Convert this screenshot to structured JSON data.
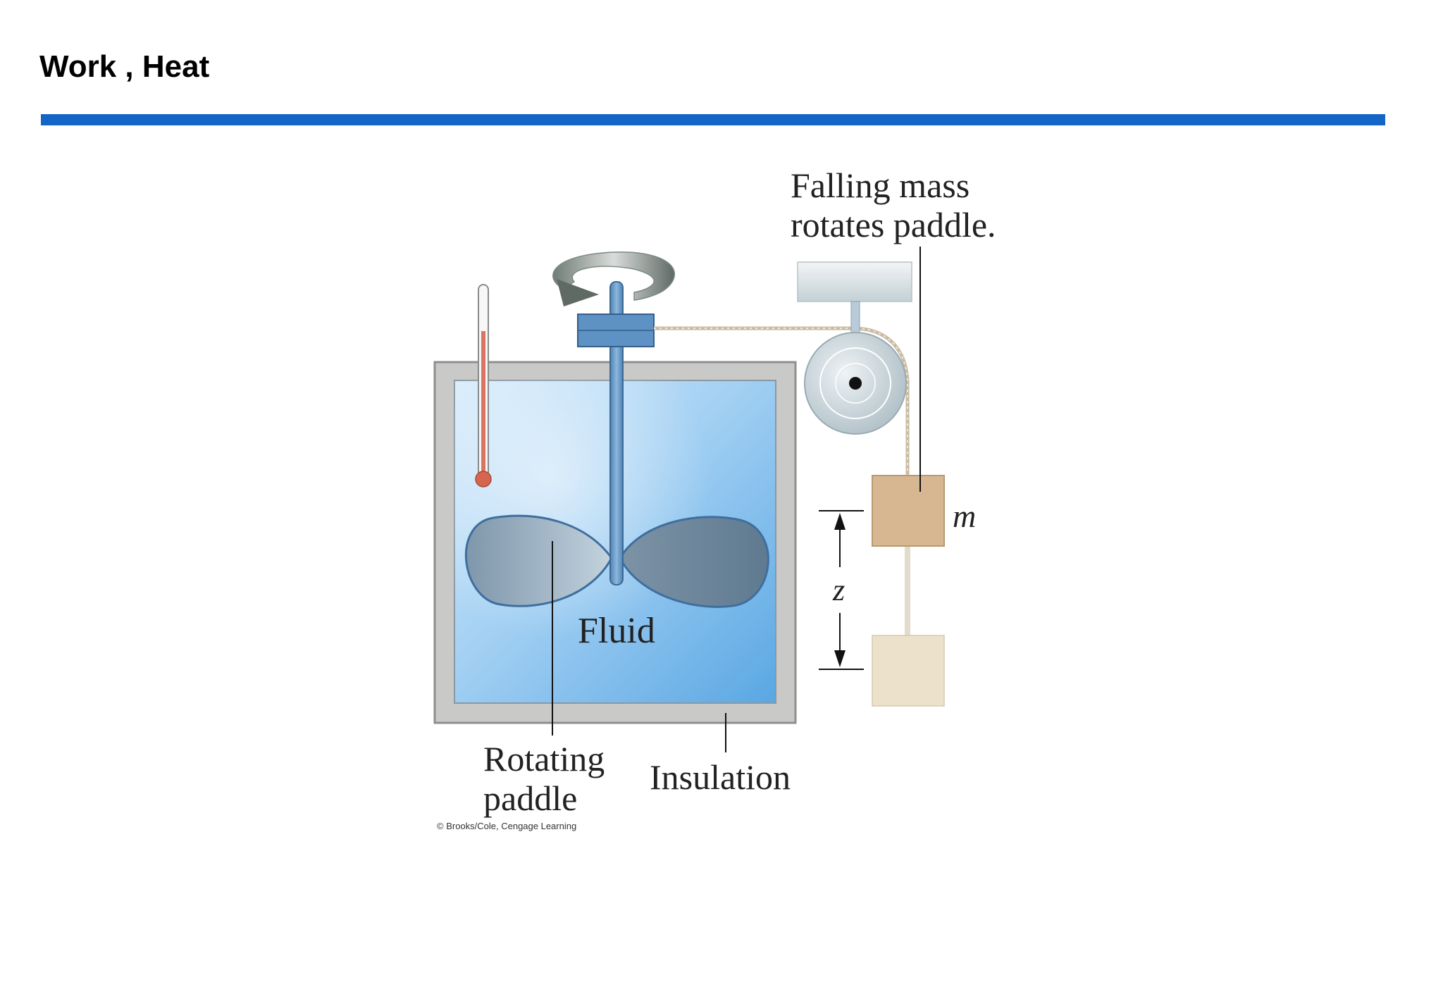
{
  "slide": {
    "title": "Work , Heat",
    "accent_color": "#1366c6"
  },
  "diagram": {
    "label_falling_mass_line1": "Falling mass",
    "label_falling_mass_line2": "rotates paddle.",
    "label_mass": "m",
    "label_height": "z",
    "label_fluid": "Fluid",
    "label_rotating_paddle_line1": "Rotating",
    "label_rotating_paddle_line2": "paddle",
    "label_insulation": "Insulation",
    "credit": "© Brooks/Cole, Cengage Learning",
    "colors": {
      "insulation": "#c9c9c7",
      "fluid": "#8ec1ec",
      "paddle": "#8fa6b8",
      "shaft": "#6d9bc6",
      "thermometer": "#d97560",
      "mass": "#d6b791",
      "mass_lowered": "#ece2cc",
      "pulley": "#d2dde2",
      "support": "#dfe6e8"
    }
  }
}
